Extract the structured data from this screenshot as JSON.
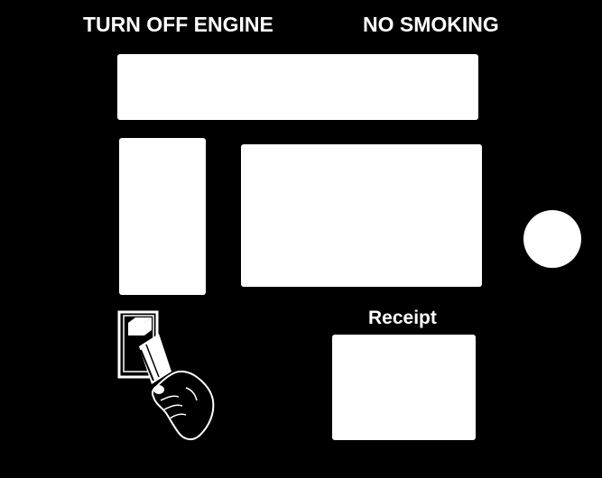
{
  "panel": {
    "warnings": {
      "left": "TURN OFF ENGINE",
      "right": "NO SMOKING"
    },
    "receipt_label": "Receipt",
    "icons": {
      "card_insert": "card-insert-icon"
    },
    "colors": {
      "background": "#000000",
      "foreground": "#ffffff"
    }
  }
}
